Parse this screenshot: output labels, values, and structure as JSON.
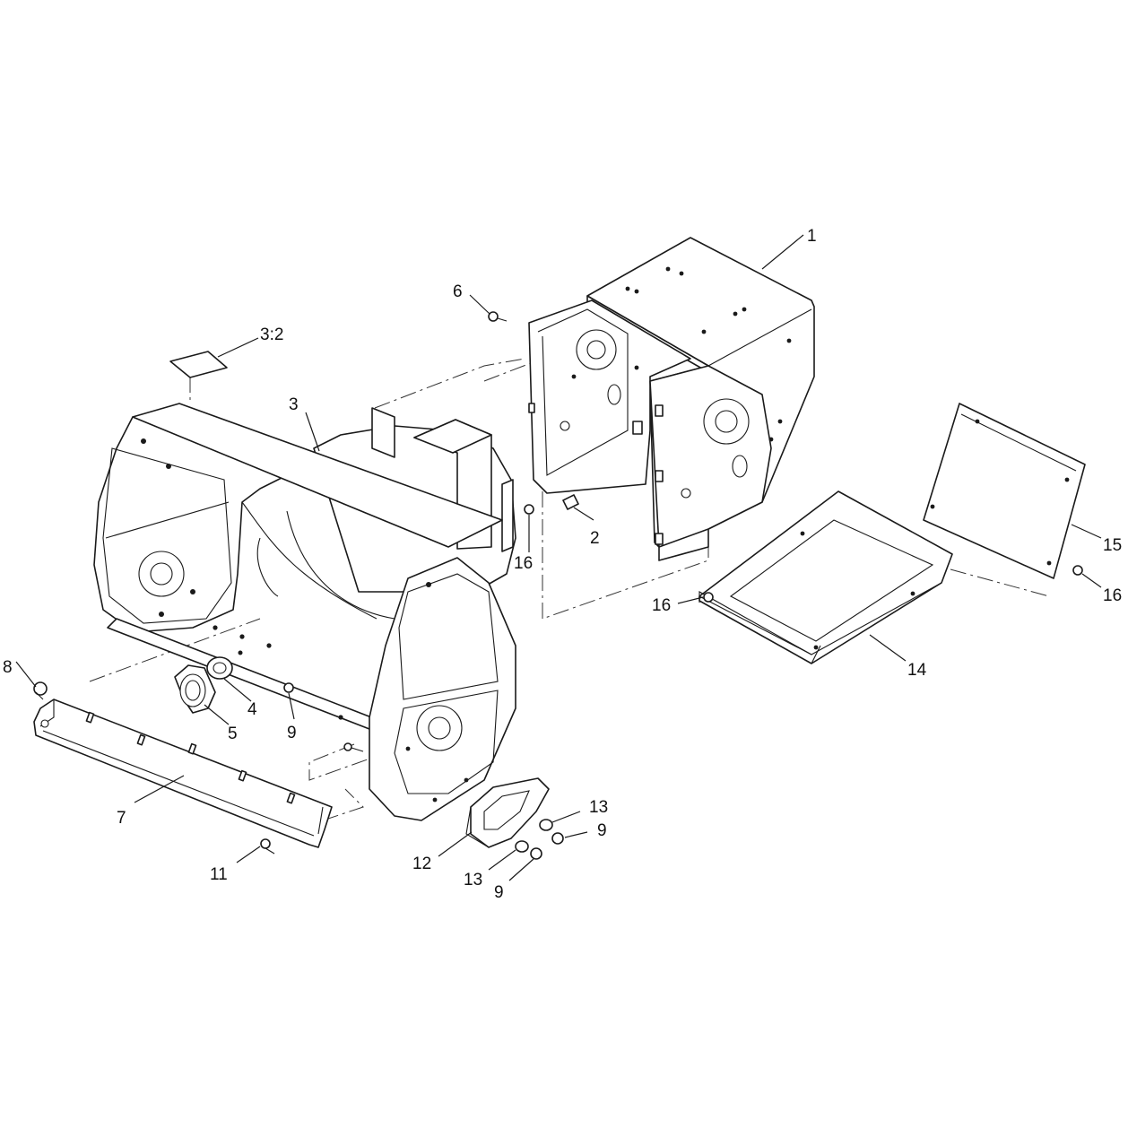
{
  "callouts": [
    {
      "id": "c1",
      "label": "1"
    },
    {
      "id": "c2",
      "label": "2"
    },
    {
      "id": "c3",
      "label": "3"
    },
    {
      "id": "c32",
      "label": "3:2"
    },
    {
      "id": "c4",
      "label": "4"
    },
    {
      "id": "c5",
      "label": "5"
    },
    {
      "id": "c6",
      "label": "6"
    },
    {
      "id": "c7",
      "label": "7"
    },
    {
      "id": "c8",
      "label": "8"
    },
    {
      "id": "c9a",
      "label": "9"
    },
    {
      "id": "c9b",
      "label": "9"
    },
    {
      "id": "c9c",
      "label": "9"
    },
    {
      "id": "c11",
      "label": "11"
    },
    {
      "id": "c12",
      "label": "12"
    },
    {
      "id": "c13a",
      "label": "13"
    },
    {
      "id": "c13b",
      "label": "13"
    },
    {
      "id": "c14",
      "label": "14"
    },
    {
      "id": "c15",
      "label": "15"
    },
    {
      "id": "c16a",
      "label": "16"
    },
    {
      "id": "c16b",
      "label": "16"
    },
    {
      "id": "c16c",
      "label": "16"
    }
  ]
}
